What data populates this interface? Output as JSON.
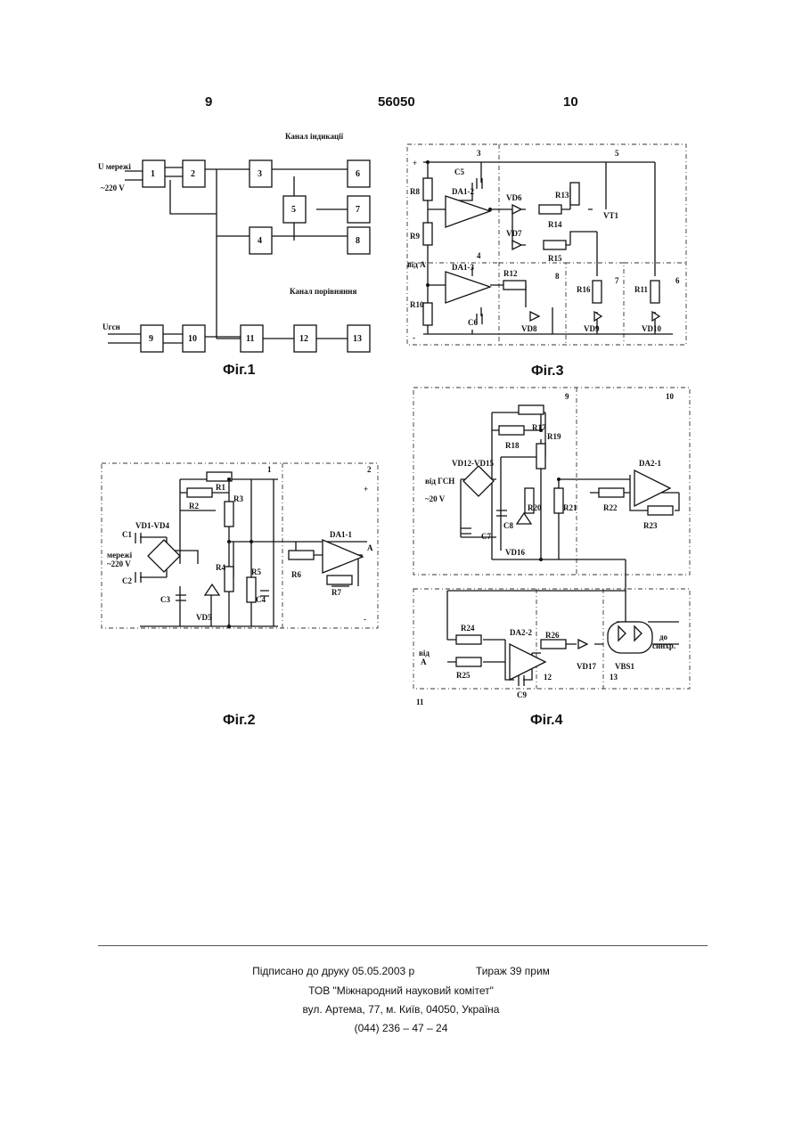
{
  "header": {
    "left_page": "9",
    "center_number": "56050",
    "right_page": "10"
  },
  "fig1": {
    "title_top": "Канал індикації",
    "title_bottom": "Канал порівняння",
    "input_top": "U мережі",
    "input_voltage": "~220 V",
    "input_bottom": "Uгсн",
    "blocks": [
      "1",
      "2",
      "3",
      "4",
      "5",
      "6",
      "7",
      "8",
      "9",
      "10",
      "11",
      "12",
      "13"
    ],
    "caption": "Фіг.1"
  },
  "fig2": {
    "labels": {
      "r1": "R1",
      "r2": "R2",
      "r3": "R3",
      "r4": "R4",
      "r5": "R5",
      "r6": "R6",
      "r7": "R7",
      "c1": "C1",
      "c2": "C2",
      "c3": "C3",
      "c4": "C4",
      "vd1": "VD1-VD4",
      "vd5": "VD5",
      "da": "DA1-1",
      "a": "A",
      "plus": "+",
      "minus": "-",
      "net1": "мережі",
      "net2": "~220 V",
      "sec1": "1",
      "sec2": "2"
    },
    "caption": "Фіг.2"
  },
  "fig3": {
    "labels": {
      "r8": "R8",
      "r9": "R9",
      "r10": "R10",
      "r11": "R11",
      "r12": "R12",
      "r13": "R13",
      "r14": "R14",
      "r15": "R15",
      "r16": "R16",
      "c5": "C5",
      "c6": "C6",
      "vd6": "VD6",
      "vd7": "VD7",
      "vd8": "VD8",
      "vd9": "VD9",
      "vd10": "VD10",
      "vt1": "VT1",
      "da12": "DA1-2",
      "da13": "DA1-3",
      "vid_a": "від А",
      "s3": "3",
      "s4": "4",
      "s5": "5",
      "s6": "6",
      "s7": "7",
      "s8": "8",
      "plus": "+",
      "minus": "-"
    },
    "caption": "Фіг.3"
  },
  "fig4": {
    "labels": {
      "r17": "R17",
      "r18": "R18",
      "r19": "R19",
      "r20": "R20",
      "r21": "R21",
      "r22": "R22",
      "r23": "R23",
      "r24": "R24",
      "r25": "R25",
      "r26": "R26",
      "c7": "C7",
      "c8": "C8",
      "c9": "C9",
      "vd12": "VD12-VD15",
      "vd16": "VD16",
      "vd17": "VD17",
      "vbs1": "VBS1",
      "da21": "DA2-1",
      "da22": "DA2-2",
      "vid_gsn": "від ГСН",
      "v20": "~20 V",
      "vid": "від",
      "a": "А",
      "sync1": "до",
      "sync2": "синхр.",
      "s9": "9",
      "s10": "10",
      "s11": "11",
      "s12": "12",
      "s13": "13"
    },
    "caption": "Фіг.4"
  },
  "footer": {
    "line1_left": "Підписано до друку 05.05.2003 р",
    "line1_right": "Тираж 39 прим",
    "line2": "ТОВ \"Міжнародний науковий комітет\"",
    "line3": "вул. Артема, 77, м. Київ, 04050, Україна",
    "line4": "(044) 236 – 47 – 24"
  }
}
